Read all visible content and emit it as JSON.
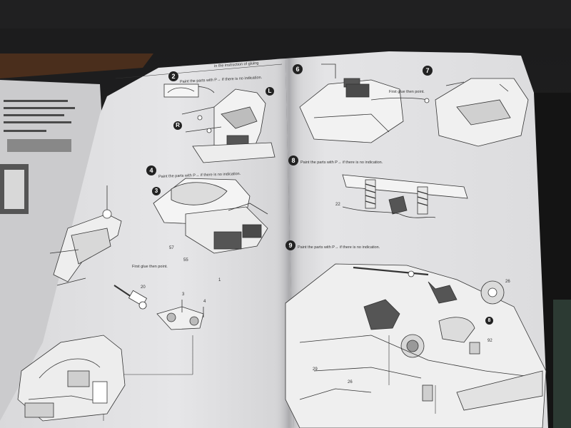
{
  "manual": {
    "left_page": {
      "header": "in the instruction of gluing",
      "steps": {
        "s2": "2",
        "s3": "3",
        "s4": "4"
      },
      "step2_note_en": "Paint the parts with P→",
      "step2_note_tail": "if there is no indication.",
      "step4_note_en": "Paint the parts with P→",
      "step4_note_tail": "if there is no indication.",
      "first_glue": "First glue then point.",
      "part_labels": {
        "p57": "57",
        "p55": "55",
        "p3": "3",
        "p4": "4",
        "p1": "1",
        "p20": "20"
      },
      "markers": {
        "L": "L",
        "R": "R"
      }
    },
    "right_page": {
      "steps": {
        "s6": "6",
        "s7": "7",
        "s8": "8",
        "s9": "9"
      },
      "step6_first_glue": "First glue then point.",
      "step8_note_en": "Paint the parts with P→",
      "step8_note_tail": "if there is no indication.",
      "step9_note_en": "Paint the parts with P→",
      "step9_note_tail": "if there is no indication.",
      "part_labels": {
        "p22": "22",
        "p26": "26",
        "p29": "29",
        "p92": "92",
        "p8": "8",
        "p26b": "26"
      }
    }
  }
}
